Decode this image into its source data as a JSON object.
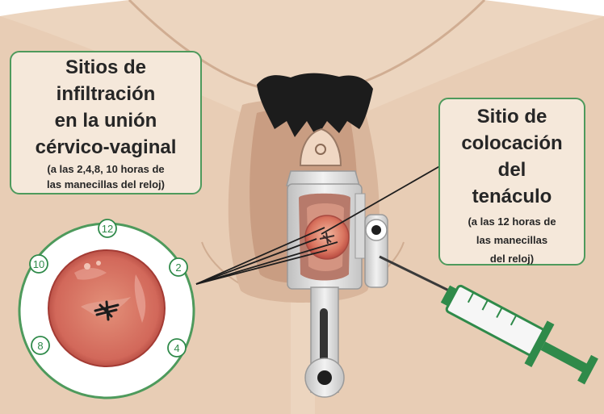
{
  "left_callout": {
    "title_lines": [
      "Sitios de",
      "infiltración",
      "en la unión",
      "cérvico-vaginal"
    ],
    "subtitle_lines": [
      "(a las 2,4,8, 10 horas de",
      "las manecillas del reloj)"
    ]
  },
  "right_callout": {
    "title_lines": [
      "Sitio de",
      "colocación",
      "del",
      "tenáculo"
    ],
    "subtitle_lines": [
      "(a las 12 horas de",
      "las manecillas",
      "del reloj)"
    ]
  },
  "clock_positions": [
    {
      "label": "12"
    },
    {
      "label": "2"
    },
    {
      "label": "4"
    },
    {
      "label": "8"
    },
    {
      "label": "10"
    }
  ],
  "colors": {
    "skin": "#ecd5bf",
    "skin_shadow": "#d4b49a",
    "accent_green": "#4e9a5c",
    "cervix": "#c9574e",
    "instrument": "#dedede",
    "syringe_green": "#2f8a4a"
  },
  "icons": [
    "speculum-icon",
    "tenaculum-icon",
    "syringe-icon",
    "cervix-icon"
  ]
}
